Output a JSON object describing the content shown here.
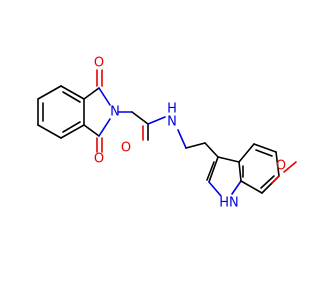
{
  "molecule": {
    "atoms": [
      {
        "id": "O1",
        "label": "O",
        "color": "#e60000"
      },
      {
        "id": "N1",
        "label": "N",
        "color": "#0000e6"
      },
      {
        "id": "O2",
        "label": "O",
        "color": "#e60000"
      },
      {
        "id": "O3",
        "label": "O",
        "color": "#e60000"
      },
      {
        "id": "N2",
        "label": "N",
        "color": "#0000e6"
      },
      {
        "id": "H2",
        "label": "H",
        "color": "#0000e6"
      },
      {
        "id": "N3",
        "label": "HN",
        "color": "#0000e6"
      },
      {
        "id": "O4",
        "label": "O",
        "color": "#e60000"
      }
    ]
  }
}
